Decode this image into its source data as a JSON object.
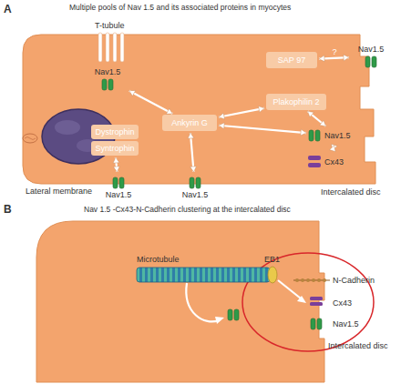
{
  "diagram": {
    "nodes": [
      {
        "text": [
          "SAP 97"
        ]
      },
      {
        "text": [
          "Plakophilin 2"
        ]
      },
      {
        "text": [
          "Dystrophin"
        ]
      },
      {
        "text": [
          "Syntrophin"
        ]
      },
      {
        "text": [
          "Ankyrin G"
        ]
      },
      {
        "text": [
          "Nav1.5"
        ]
      },
      {
        "text": [
          "Nav1.5"
        ]
      },
      {
        "text": [
          "Nav1.5"
        ]
      },
      {
        "text": [
          "Cx43"
        ]
      },
      {
        "text": [
          "Nav1.5"
        ]
      },
      {
        "text": [
          "Nav1.5"
        ]
      }
    ],
    "edges": [
      {
        "from": 5,
        "to": 4,
        "arrow": "both"
      },
      {
        "from": 0,
        "to": 6,
        "label": "?",
        "arrow": "both"
      },
      {
        "from": 4,
        "to": 1,
        "arrow": "both"
      },
      {
        "from": 1,
        "to": 7,
        "arrow": "both"
      },
      {
        "from": 4,
        "to": 7,
        "arrow": "both"
      },
      {
        "from": 7,
        "to": 8,
        "arrow": "both"
      },
      {
        "from": 4,
        "to": 10,
        "arrow": "both"
      },
      {
        "from": 3,
        "to": 9,
        "arrow": "both"
      }
    ],
    "labels": [
      "A",
      "Multiple pools of Nav 1.5 and its associated proteins in myocytes",
      "T-tubule",
      "Lateral membrane",
      "Intercalated disc",
      "B",
      "Nav 1.5 -Cx43-N-Cadherin clustering at the intercalated disc",
      "Microtubule",
      "EB1",
      "N-Cadherin",
      "Cx43",
      "Nav1.5",
      "Intercalated disc"
    ]
  }
}
